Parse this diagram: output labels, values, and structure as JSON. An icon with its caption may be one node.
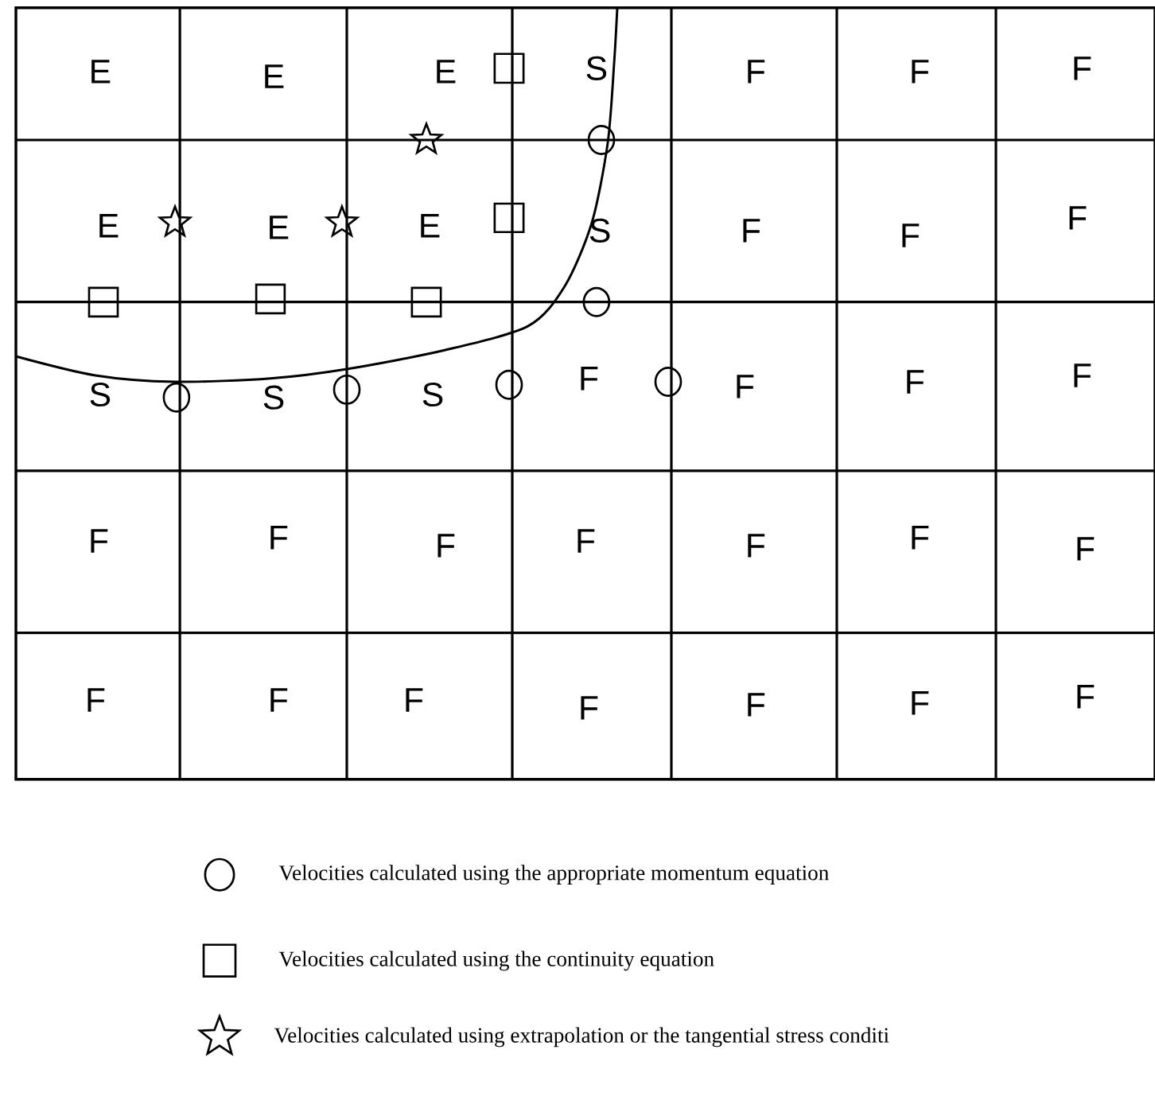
{
  "diagram": {
    "labels": [
      "E",
      "E",
      "E",
      "S",
      "F",
      "F",
      "F",
      "E",
      "E",
      "E",
      "S",
      "F",
      "F",
      "F",
      "S",
      "S",
      "S",
      "F",
      "F",
      "F",
      "F",
      "F",
      "F",
      "F",
      "F",
      "F",
      "F",
      "F",
      "F",
      "F",
      "F",
      "F",
      "F",
      "F",
      "F"
    ],
    "legend": [
      {
        "text": "Velocities calculated using the appropriate momentum equation"
      },
      {
        "text": "Velocities calculated using the continuity equation"
      },
      {
        "text": "Velocities calculated using extrapolation or the tangential stress conditi"
      }
    ]
  }
}
